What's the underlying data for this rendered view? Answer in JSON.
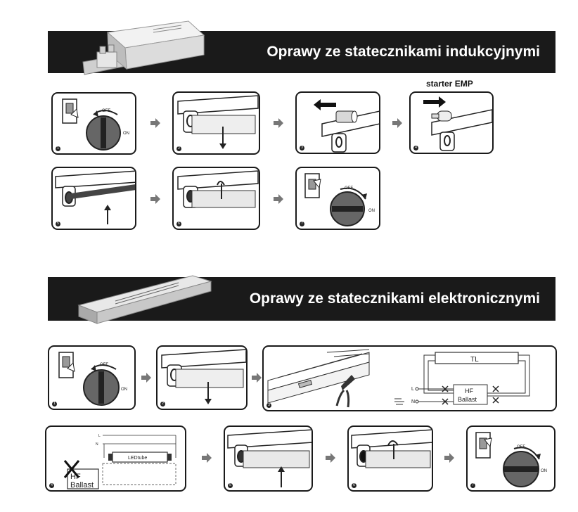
{
  "section1": {
    "title": "Oprawy ze statecznikami indukcyjnymi",
    "starter_label": "starter EMP",
    "steps": [
      "1",
      "2",
      "3",
      "4",
      "5",
      "6",
      "7"
    ]
  },
  "section2": {
    "title": "Oprawy ze statecznikami elektronicznymi",
    "tl_label": "TL",
    "hf_label_1": "HF",
    "hf_label_2": "Ballast",
    "l_label": "L",
    "n_label": "N",
    "ledtube_label": "LEDtube",
    "steps": [
      "1",
      "2",
      "3",
      "4",
      "5",
      "6",
      "7"
    ]
  },
  "switch": {
    "off_label": "OFF",
    "on_label": "ON"
  }
}
